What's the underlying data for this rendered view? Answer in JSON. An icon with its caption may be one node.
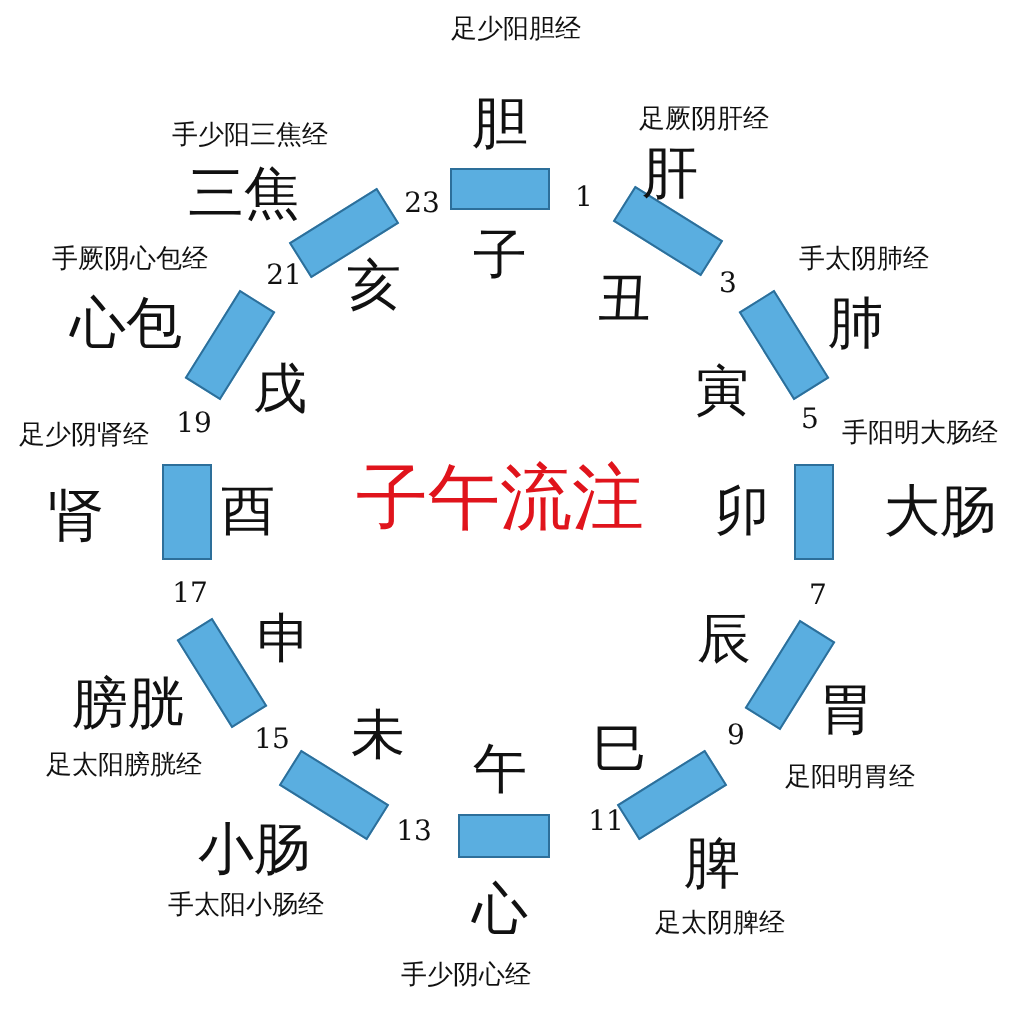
{
  "diagram": {
    "title": "子午流注",
    "labels": [
      "足少阳胆经",
      "胆",
      "子",
      "1",
      "足厥阴肝经",
      "肝",
      "丑",
      "3",
      "手太阴肺经",
      "肺",
      "寅",
      "5",
      "手阳明大肠经",
      "大肠",
      "卯",
      "7",
      "足阳明胃经",
      "胃",
      "辰",
      "9",
      "足太阴脾经",
      "脾",
      "巳",
      "11",
      "手少阴心经",
      "心",
      "午",
      "13",
      "手太阳小肠经",
      "小肠",
      "未",
      "15",
      "足太阳膀胱经",
      "膀胱",
      "申",
      "17",
      "足少阴肾经",
      "肾",
      "酉",
      "19",
      "手厥阴心包经",
      "心包",
      "戌",
      "21",
      "手少阳三焦经",
      "三焦",
      "亥",
      "23"
    ]
  }
}
